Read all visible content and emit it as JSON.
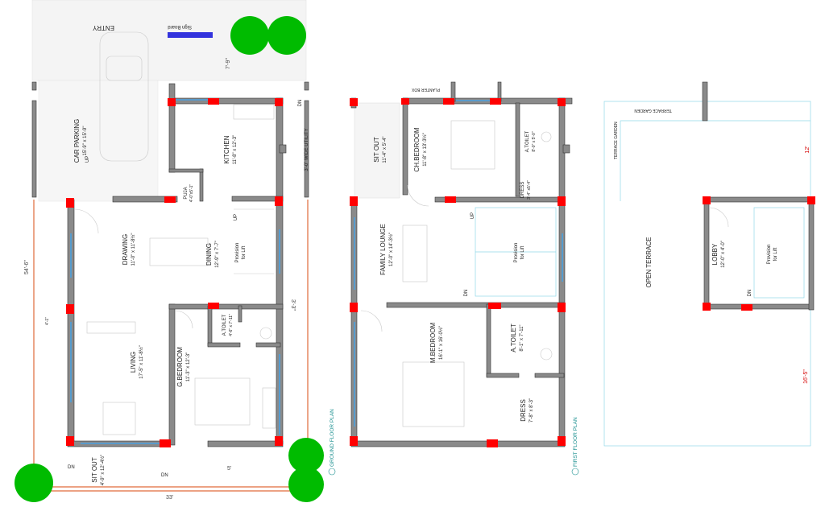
{
  "colors": {
    "wall": "#8a8a8a",
    "column": "#ff0000",
    "window": "#4aa0e0",
    "tree": "#00bb00",
    "sign_board": "#3333dd",
    "plot_boundary": "#e06a3a",
    "caption": "#1a8f8f",
    "terrace_dim": "#d40000"
  },
  "ground_floor": {
    "entry": "ENTRY",
    "sign_board": "Sign Board",
    "dim_top": "7'-9\"",
    "dim_left": "54'-6\"",
    "dim_right": "3'-3\"",
    "dim_bottom_mid": "5'",
    "dim_bottom": "33'",
    "dim_left_small": "4'-1\"",
    "car_parking": {
      "name": "CAR PARKING",
      "size": "15'-9\" x 15'-9\""
    },
    "up_parking": "UP",
    "kitchen": {
      "name": "KITCHEN",
      "size": "11'-8\" x 12'-3\""
    },
    "puja": {
      "name": "PUJA",
      "size": "4'-0\"x5'-1\""
    },
    "utility": "3'-0\" WIDE UTILITY",
    "dn_utility": "DN",
    "drawing": {
      "name": "DRAWING",
      "size": "11'-0\" x 11'-8½\""
    },
    "dining": {
      "name": "DINING",
      "size": "12'-9\" x 7'-7\""
    },
    "up_dining": "UP",
    "lift": {
      "line1": "Provision",
      "line2": "for Lift"
    },
    "living": {
      "name": "LIVING",
      "size": "17'-5\" x 11'-8½\""
    },
    "g_bedroom": {
      "name": "G.BEDROOM",
      "size": "11'-3\" x 12'-3\""
    },
    "a_toilet": {
      "name": "A.TOILET",
      "size": "4'-6\" x 7'-11\""
    },
    "sit_out": {
      "name": "SIT OUT",
      "size": "4'-9\" x 12'-4½\""
    },
    "dn_sitout": "DN",
    "dn_bottom": "DN",
    "caption": "GROUND FLOOR PLAN"
  },
  "first_floor": {
    "planter_box": "PLANTER BOX",
    "sit_out": {
      "name": "SIT OUT",
      "size": "11'-4\" x 5'-4\""
    },
    "ch_bedroom": {
      "name": "CH.BEDROOM",
      "size": "11'-8\" x 13'-3½\""
    },
    "a_toilet_top": {
      "name": "A.TOILET",
      "size": "8'-0\" x 5'-0\""
    },
    "dress_top": {
      "name": "DRESS",
      "size": "3'-4\" x5'-4\""
    },
    "family_lounge": {
      "name": "FAMILY LOUNGE",
      "size": "12'-0\" x 14'-3½\""
    },
    "up": "UP",
    "dn": "DN",
    "lift": {
      "line1": "Provision",
      "line2": "for Lift"
    },
    "m_bedroom": {
      "name": "M.BEDROOM",
      "size": "16'-1\" x 16'-0½\""
    },
    "a_toilet_bottom": {
      "name": "A.TOILET",
      "size": "8'-1\" x 7'-11\""
    },
    "dress_bottom": {
      "name": "DRESS",
      "size": "7'-8\" x 8'-3\""
    },
    "caption": "FIRST FLOOR PLAN"
  },
  "terrace": {
    "terrace_garden": "TERRACE GARDEN",
    "terrace_garden_side": "TERRACE GARDEN",
    "open_terrace": "OPEN TERRACE",
    "lobby": {
      "name": "LOBBY",
      "size": "12'-0\" x 4'-0\""
    },
    "lift": {
      "line1": "Provision",
      "line2": "for Lift"
    },
    "dn": "DN",
    "dim_top": "12'",
    "dim_side": "16'-5\""
  }
}
